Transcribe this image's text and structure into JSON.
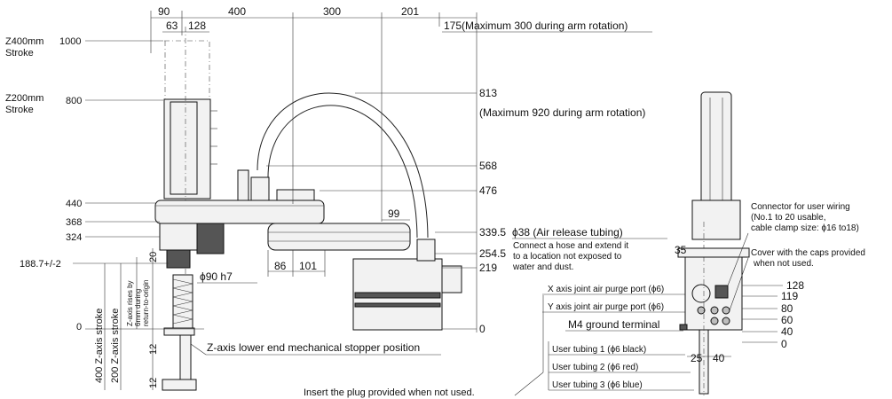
{
  "top_dims": {
    "d90": "90",
    "d63": "63",
    "d128": "128",
    "d400": "400",
    "d300": "300",
    "d201": "201",
    "d175": "175(Maximum 300 during arm rotation)"
  },
  "left_labels": {
    "z400_a": "Z400mm",
    "z400_b": "Stroke",
    "h1000": "1000",
    "z200_a": "Z200mm",
    "z200_b": "Stroke",
    "h800": "800",
    "h440": "440",
    "h368": "368",
    "h324": "324",
    "h1887": "188.7+/-2",
    "h0": "0",
    "v20": "20",
    "v12a": "12",
    "v12b": "12",
    "z400stroke": "400 Z-axis stroke",
    "z200stroke": "200 Z-axis stroke",
    "zrise_1": "Z-axis rises by",
    "zrise_2": "6mm during",
    "zrise_3": "return-to-origin"
  },
  "right_labels": {
    "r813": "813",
    "r920": "(Maximum 920 during arm rotation)",
    "r568": "568",
    "r476": "476",
    "r3395": "339.5",
    "r2545": "254.5",
    "r219": "219",
    "r0": "0",
    "d99": "99",
    "d86": "86",
    "d101": "101",
    "shaft": "ϕ90 h7",
    "stopper": "Z-axis lower end mechanical stopper position"
  },
  "callouts": {
    "air_release": "ϕ38 (Air release tubing)",
    "hose_1": "Connect a hose and extend it",
    "hose_2": "to a location not exposed to",
    "hose_3": "water and dust.",
    "x_purge": "X axis joint air purge port (ϕ6)",
    "y_purge": "Y axis joint air purge port (ϕ6)",
    "ground": "M4 ground terminal",
    "tube1": "User tubing 1 (ϕ6 black)",
    "tube2": "User tubing 2 (ϕ6 red)",
    "tube3": "User tubing 3 (ϕ6 blue)",
    "plug": "Insert the plug provided when not used."
  },
  "side_view": {
    "conn_1": "Connector for user wiring",
    "conn_2": "(No.1 to 20 usable,",
    "conn_3": "cable clamp size: ϕ16 to18)",
    "cover_1": "Cover with the caps provided",
    "cover_2": "when not used.",
    "d35": "35",
    "d25": "25",
    "d40": "40",
    "v128": "128",
    "v119": "119",
    "v80": "80",
    "v60": "60",
    "v40": "40",
    "v0": "0"
  },
  "colors": {
    "line": "#222222",
    "fill_light": "#f2f2f2",
    "fill_dark": "#555555"
  }
}
